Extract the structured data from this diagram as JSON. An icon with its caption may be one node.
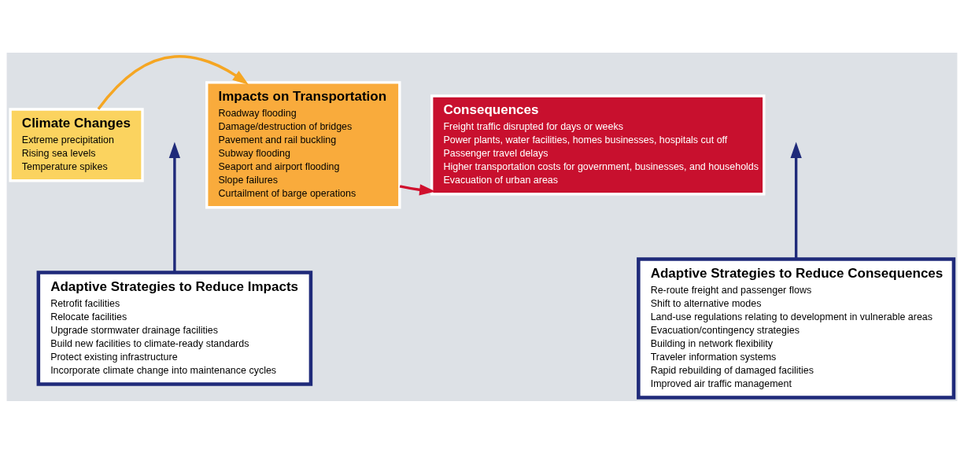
{
  "diagram": {
    "nodes": [
      {
        "text": [
          "Climate Changes",
          "Extreme precipitation",
          "Rising sea levels",
          "Temperature spikes"
        ]
      },
      {
        "text": [
          "Impacts on Transportation",
          "Roadway flooding",
          "Damage/destruction of bridges",
          "Pavement and rail buckling",
          "Subway flooding",
          "Seaport and airport flooding",
          "Slope failures",
          "Curtailment of barge operations"
        ]
      },
      {
        "text": [
          "Consequences",
          "Freight traffic disrupted for days or weeks",
          "Power plants, water facilities, homes businesses, hospitals cut off",
          "Passenger travel delays",
          "Higher transportation costs for government, businesses, and households",
          "Evacuation of urban areas"
        ]
      },
      {
        "text": [
          "Adaptive Strategies to Reduce Impacts",
          "Retrofit facilities",
          "Relocate facilities",
          "Upgrade stormwater drainage facilities",
          "Build new facilities to climate-ready standards",
          "Protect existing infrastructure",
          "Incorporate climate change into maintenance cycles"
        ]
      },
      {
        "text": [
          "Adaptive Strategies to Reduce Consequences",
          "Re-route freight and passenger flows",
          "Shift to alternative modes",
          "Land-use regulations relating to development in vulnerable areas",
          "Evacuation/contingency strategies",
          "Building in network flexibility",
          "Traveler information systems",
          "Rapid rebuilding of damaged facilities",
          "Improved air traffic management"
        ]
      }
    ],
    "edges": [
      {
        "from": 0,
        "to": 1,
        "arrow": "to",
        "color": "#f5a623"
      },
      {
        "from": 1,
        "to": 2,
        "arrow": "to",
        "color": "#d0102e"
      },
      {
        "from": 3,
        "to": null,
        "arrow": "to",
        "color": "#1f2a7a"
      },
      {
        "from": 4,
        "to": null,
        "arrow": "to",
        "color": "#1f2a7a"
      }
    ]
  }
}
